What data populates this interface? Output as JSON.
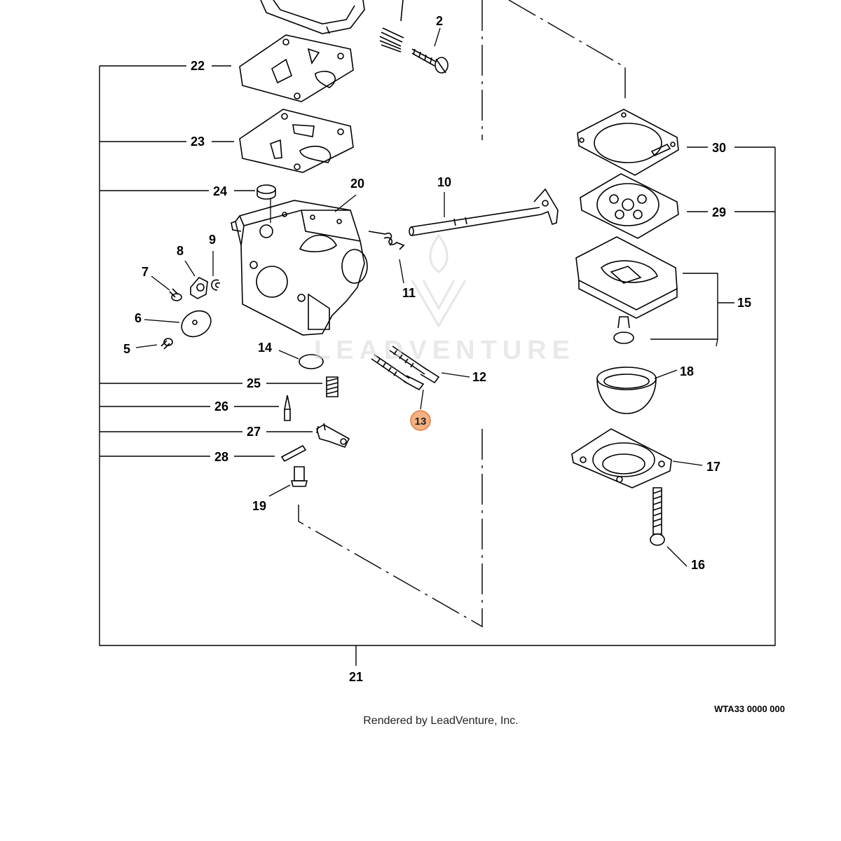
{
  "diagram": {
    "callouts": [
      {
        "id": "c2",
        "label": "2"
      },
      {
        "id": "c5",
        "label": "5"
      },
      {
        "id": "c6",
        "label": "6"
      },
      {
        "id": "c7",
        "label": "7"
      },
      {
        "id": "c8",
        "label": "8"
      },
      {
        "id": "c9",
        "label": "9"
      },
      {
        "id": "c10",
        "label": "10"
      },
      {
        "id": "c11",
        "label": "11"
      },
      {
        "id": "c12",
        "label": "12"
      },
      {
        "id": "c13",
        "label": "13",
        "highlighted": true
      },
      {
        "id": "c14",
        "label": "14"
      },
      {
        "id": "c15",
        "label": "15"
      },
      {
        "id": "c16",
        "label": "16"
      },
      {
        "id": "c17",
        "label": "17"
      },
      {
        "id": "c18",
        "label": "18"
      },
      {
        "id": "c19",
        "label": "19"
      },
      {
        "id": "c20",
        "label": "20"
      },
      {
        "id": "c21",
        "label": "21"
      },
      {
        "id": "c22",
        "label": "22"
      },
      {
        "id": "c23",
        "label": "23"
      },
      {
        "id": "c24",
        "label": "24"
      },
      {
        "id": "c25",
        "label": "25"
      },
      {
        "id": "c26",
        "label": "26"
      },
      {
        "id": "c27",
        "label": "27"
      },
      {
        "id": "c28",
        "label": "28"
      },
      {
        "id": "c29",
        "label": "29"
      },
      {
        "id": "c30",
        "label": "30"
      }
    ],
    "highlight_color": "#f4b183",
    "highlight_stroke": "#e07b39",
    "watermark": "LEADVENTURE",
    "diagram_code": "WTA33 0000 000",
    "credit": "Rendered by LeadVenture, Inc."
  }
}
